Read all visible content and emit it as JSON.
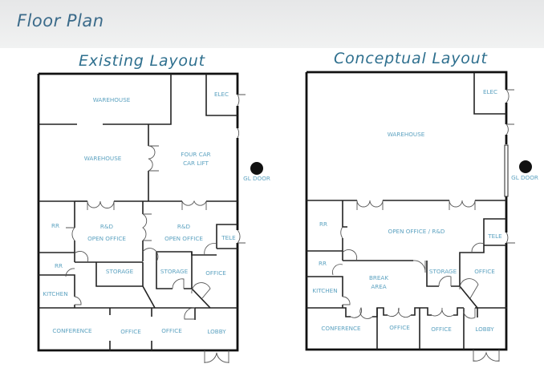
{
  "header": {
    "title": "Floor Plan"
  },
  "existing": {
    "title": "Existing Layout",
    "rooms": {
      "warehouse_top": "WAREHOUSE",
      "warehouse_mid": "WAREHOUSE",
      "four_car_1": "FOUR CAR",
      "four_car_2": "CAR LIFT",
      "elec": "ELEC",
      "gl_door": "GL DOOR",
      "rr1": "RR",
      "rd1_1": "R&D",
      "rd1_2": "OPEN OFFICE",
      "rd2_1": "R&D",
      "rd2_2": "OPEN OFFICE",
      "tele": "TELE",
      "rr2": "RR",
      "storage1": "STORAGE",
      "storage2": "STORAGE",
      "office_r": "OFFICE",
      "kitchen": "KITCHEN",
      "conference": "CONFERENCE",
      "office1": "OFFICE",
      "office2": "OFFICE",
      "lobby": "LOBBY"
    }
  },
  "conceptual": {
    "title": "Conceptual Layout",
    "rooms": {
      "warehouse": "WAREHOUSE",
      "elec": "ELEC",
      "gl_door": "GL DOOR",
      "rr1": "RR",
      "open_office": "OPEN OFFICE / R&D",
      "tele": "TELE",
      "rr2": "RR",
      "break1": "BREAK",
      "break2": "AREA",
      "storage": "STORAGE",
      "office_r": "OFFICE",
      "kitchen": "KITCHEN",
      "conference": "CONFERENCE",
      "office1": "OFFICE",
      "office2": "OFFICE",
      "lobby": "LOBBY"
    }
  }
}
